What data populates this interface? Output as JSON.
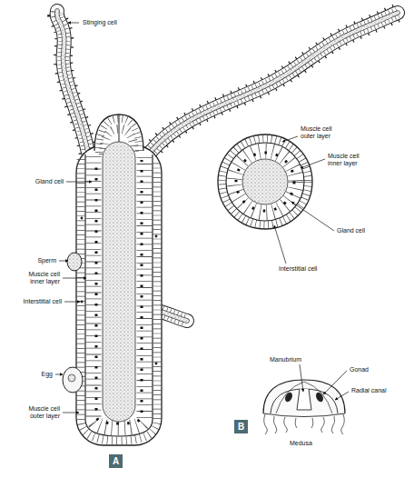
{
  "diagram": {
    "nodes": [
      {
        "text": [
          "A"
        ]
      },
      {
        "text": [
          "B"
        ]
      }
    ],
    "labels": [
      "Stinging cell",
      "Gland cell",
      "Sperm",
      "Muscle cell inner layer",
      "Interstitial cell",
      "Egg",
      "Muscle cell outer layer",
      "Muscle cell outer layer",
      "Muscle cell inner layer",
      "Gland cell",
      "Interstitial cell",
      "Manubrium",
      "Gonad",
      "Radial canal",
      "Medusa"
    ]
  }
}
